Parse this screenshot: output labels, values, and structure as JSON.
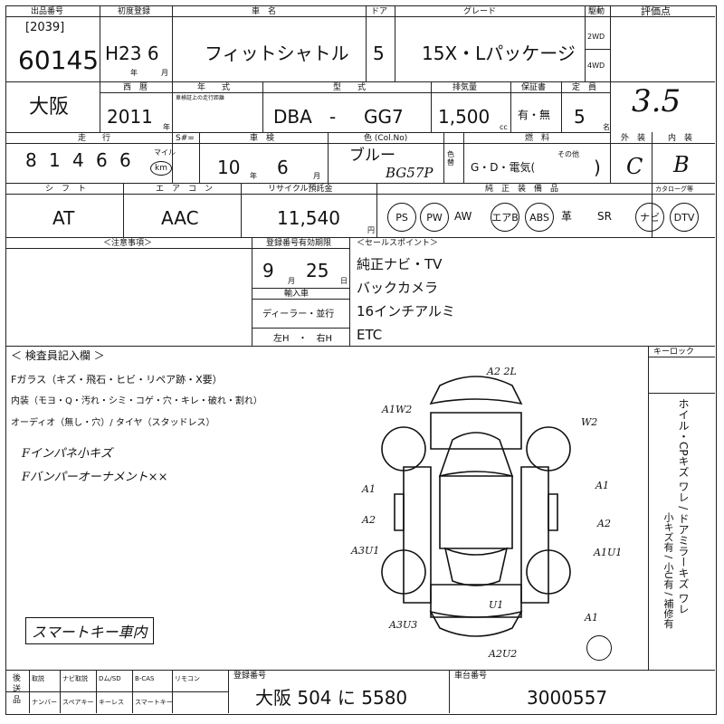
{
  "header": {
    "lot_no_label": "出品番号",
    "lot_no_sub": "[2039]",
    "lot_no": "60145",
    "first_reg_label": "初度登録",
    "first_reg": "H23 6",
    "year_unit": "年",
    "month_unit": "月",
    "car_name_label": "車　名",
    "car_name": "フィットシャトル",
    "door_label": "ドア",
    "door": "5",
    "grade_label": "グレード",
    "grade": "15X・Lパッケージ",
    "drive_label": "駆動",
    "drive_2wd": "2WD",
    "drive_4wd": "4WD",
    "score_label": "評価点",
    "score": "3.5"
  },
  "row2": {
    "region": "大阪",
    "model_year_label": "西　暦",
    "model_year": "2011",
    "model_year_unit": "年",
    "inspection_label": "年　　式",
    "model_label": "型　　式",
    "prefix": "DBA",
    "dash": "-",
    "model": "GG7",
    "displacement_label": "排気量",
    "displacement": "1,500",
    "cc": "cc",
    "warranty_label": "保証書",
    "warranty": "有・無",
    "capacity_label": "定　員",
    "capacity": "5",
    "capacity_unit": "名",
    "small_note": "車検証上の走行距離"
  },
  "row3": {
    "mileage_label": "走　　行",
    "mileage_digits": [
      "8",
      "1",
      "4",
      "6",
      "6"
    ],
    "mile_label": "マイル",
    "km_label": "km",
    "s_label": "S#=",
    "shaken_label": "車　検",
    "shaken_year": "10",
    "shaken_month": "6",
    "year_unit": "年",
    "month_unit": "月",
    "color_label": "色 (Col.No)",
    "color": "ブルー",
    "color_code": "BG57P",
    "color_change_label": "色替",
    "fuel_label": "燃　料",
    "fuel": "G・D・電気(",
    "fuel_other_label": "その他",
    "fuel_close": ")",
    "exterior_label": "外　装",
    "exterior": "C",
    "interior_label": "内　装",
    "interior": "B"
  },
  "row4": {
    "shift_label": "シ　フ　ト",
    "shift": "AT",
    "ac_label": "エ　ア　コ　ン",
    "ac": "AAC",
    "recycle_label": "リサイクル預託金",
    "recycle": "11,540",
    "yen": "円",
    "equip_label": "純　正　装　備　品",
    "catalog_label": "カタローグ等",
    "equipment": [
      "PS",
      "PW",
      "AW",
      "エアB",
      "ABS",
      "革",
      "SR",
      "ナビ",
      "DTV"
    ]
  },
  "notes": {
    "caution_label": "＜注意事項＞",
    "reg_valid_label": "登録番号有効期限",
    "reg_month": "9",
    "reg_day": "25",
    "month_unit": "月",
    "day_unit": "日",
    "import_label": "輸入車",
    "import_value": "ディーラー・並行",
    "handle": "左H　・　右H",
    "sales_label": "＜セールスポイント＞",
    "sales_points": [
      "純正ナビ・TV",
      "バックカメラ",
      "16インチアルミ",
      "ETC"
    ]
  },
  "inspector": {
    "title": "＜ 検査員記入欄 ＞",
    "line1": "Fガラス（キズ・飛石・ヒビ・リペア跡・X要）",
    "line2": "内装（モヨ・Q・汚れ・シミ・コゲ・穴・キレ・破れ・割れ）",
    "line3": "オーディオ（無し・穴）/ タイヤ（スタッドレス）",
    "hand1": "Fインパネ小キズ",
    "hand2": "Fバンパーオーナメント××",
    "hand3": "スマートキー車内"
  },
  "diagram": {
    "marks": [
      "A2 2L",
      "A1W2",
      "W2",
      "A1",
      "A2",
      "A3U1",
      "A1",
      "A2",
      "A1U1",
      "U1",
      "A3U3",
      "A1",
      "A2U2"
    ]
  },
  "side": {
    "key_label": "キーロック",
    "vertical1": "ホイル・CPキズ ワレ / ドアミラーキズ ワレ",
    "vertical2": "小キズ有 / 小U有 / 補修有"
  },
  "footer": {
    "label": "後送品",
    "items_top": [
      "取説",
      "ナビ取説",
      "Dム/SD",
      "B-CAS",
      "リモコン"
    ],
    "items_bot": [
      "ナンバー",
      "スペアキー",
      "キーレス",
      "スマートキー"
    ],
    "plate_label": "登録番号",
    "plate": "大阪 504 に 5580",
    "chassis_label": "車台番号",
    "chassis": "3000557"
  }
}
